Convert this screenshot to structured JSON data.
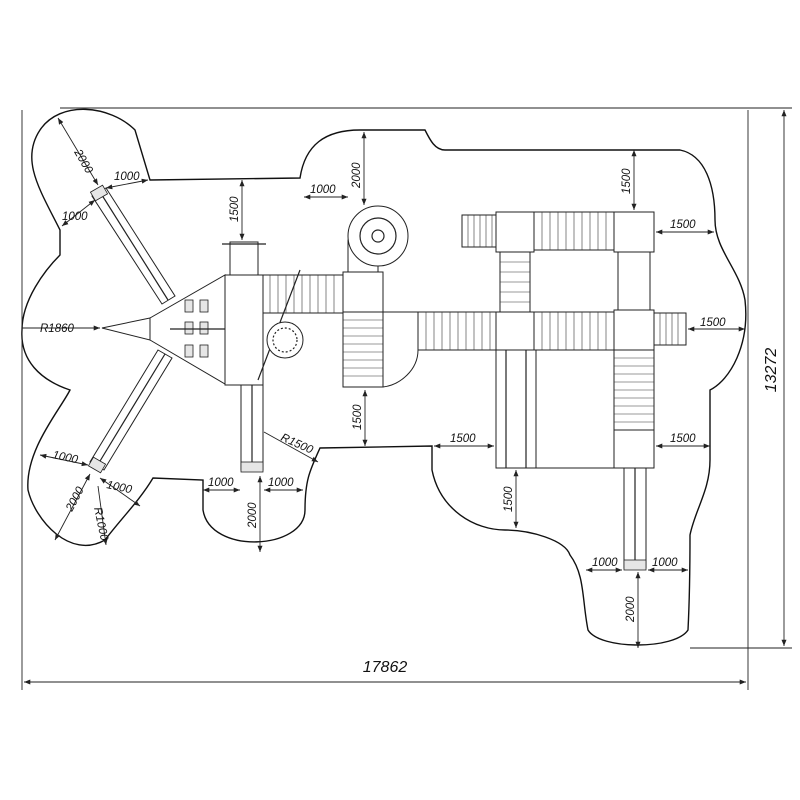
{
  "overall": {
    "width_label": "17862",
    "height_label": "13272"
  },
  "dimensions": {
    "nw_slide_top": "2000",
    "nw_slide_side_right": "1000",
    "nw_slide_side_left": "1000",
    "tower_top": "1500",
    "n_slide_1000": "1000",
    "n_slide_2000": "2000",
    "ne_top": "1500",
    "ne_right": "1500",
    "e_right": "1500",
    "radius_left": "R1860",
    "bottom_gap": "1500",
    "radius_bottom": "R1500",
    "sw_left": "1000",
    "sw_right": "1000",
    "sw_bottom": "2000",
    "sw_radius": "R1000",
    "s_left": "1000",
    "s_right": "1000",
    "s_bottom": "2000",
    "mid_left": "1500",
    "mid_bottom": "1500",
    "mid_right": "1500",
    "se_left": "1000",
    "se_right": "1000",
    "se_bottom": "2000"
  }
}
